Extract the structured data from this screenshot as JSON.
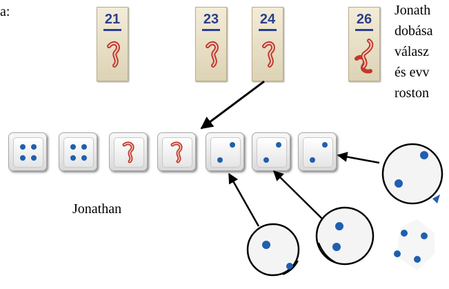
{
  "labels": {
    "top_left_fragment": "a:",
    "right_text_lines": [
      "Jonath",
      "dobása",
      "válasz",
      "és evv",
      "roston"
    ],
    "player_name": "Jonathan"
  },
  "tiles": [
    {
      "number": "21",
      "worms": 1
    },
    {
      "number": "23",
      "worms": 1
    },
    {
      "number": "24",
      "worms": 1
    },
    {
      "number": "26",
      "worms": 2
    }
  ],
  "dice_row": [
    {
      "face": "4"
    },
    {
      "face": "4"
    },
    {
      "face": "worm"
    },
    {
      "face": "worm"
    },
    {
      "face": "2"
    },
    {
      "face": "2"
    },
    {
      "face": "2"
    }
  ],
  "zoomed_dice": [
    {
      "face": "2"
    },
    {
      "face": "2"
    },
    {
      "face": "2"
    },
    {
      "face": "4"
    }
  ],
  "colors": {
    "tile_number": "#2a3f8c",
    "pip": "#1f5fb0",
    "worm": "#c0392b",
    "arrow": "#000000"
  }
}
